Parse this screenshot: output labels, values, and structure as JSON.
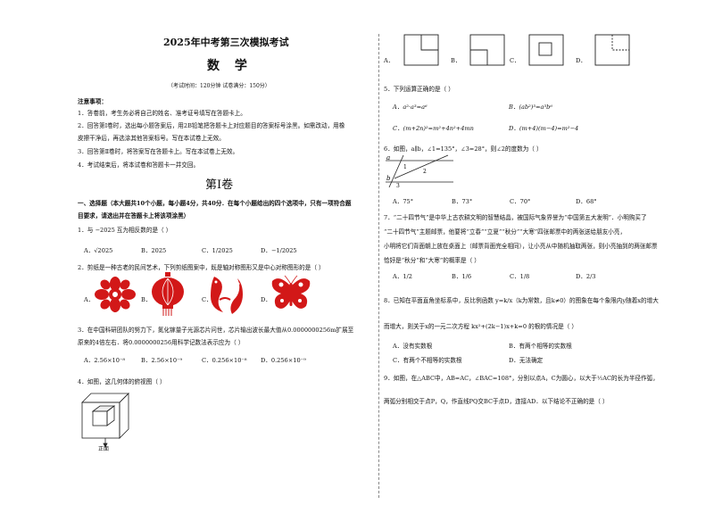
{
  "header": {
    "title": "2025年中考第三次模拟考试",
    "subject": "数  学",
    "exam_info": "（考试时间：120分钟   试卷满分：150分）"
  },
  "notes": {
    "heading": "注意事项：",
    "items": [
      "1．答卷前，考生务必将自己的姓名、准考证号填写在答题卡上。",
      "2．回答第Ⅰ卷时，选出每小题答案后，用2B铅笔把答题卡上对应题目的答案标号涂黑。如需改动，用橡",
      "皮擦干净后，再选涂其他答案标号。写在本试卷上无效。",
      "3．回答第Ⅱ卷时，将答案写在答题卡上。写在本试卷上无效。",
      "4．考试结束后，将本试卷和答题卡一并交回。"
    ]
  },
  "part1": {
    "title": "第Ⅰ卷",
    "instruction_1": "一、选择题（本大题共10个小题，每小题4分，共40分．在每个小题给出的四个选项中，只有一项符合题",
    "instruction_2": "目要求，请选出并在答题卡上将该项涂黑）"
  },
  "q1": {
    "stem": "1．与 −2025 互为相反数的是（     ）",
    "options": [
      "A．√2025",
      "B．2025",
      "C．1/2025",
      "D．−1/2025"
    ]
  },
  "q2": {
    "stem": "2．剪纸是一种古老的民间艺术，下列剪纸图案中，既是轴对称图形又是中心对称图形的是（     ）",
    "labels": [
      "A．",
      "B．",
      "C．",
      "D．"
    ]
  },
  "q3": {
    "stem_1": "3．在中国科研团队的努力下，氮化镓量子光源芯片问世，芯片输出波长最大值从0.0000000256m扩展至",
    "stem_2": "原来的4倍左右．将0.0000000256用科学记数法表示应为（     ）",
    "options": [
      "A．2.56×10⁻⁸",
      "B．2.56×10⁻⁹",
      "C．0.256×10⁻⁸",
      "D．0.256×10⁻⁹"
    ]
  },
  "q4": {
    "stem": "4．如图，这几何体的俯视图（     ）",
    "caption": "正面",
    "options": [
      "A．",
      "B．",
      "C．",
      "D．"
    ]
  },
  "q5": {
    "stem": "5．下列运算正确的是（     ）",
    "options": [
      "A．a²·a³=a⁶",
      "B．(ab²)³=a³b⁶",
      "C．(m+2n)²=m²+4n²+4mn",
      "D．(m+4)(m−4)=m²−4"
    ]
  },
  "q6": {
    "stem": "6．如图，a∥b，∠1=135°，∠3=28°，则∠2的度数为（     ）",
    "fig_labels": [
      "a",
      "b",
      "1",
      "2",
      "3"
    ],
    "options": [
      "A．75°",
      "B．73°",
      "C．70°",
      "D．68°"
    ]
  },
  "q7": {
    "lines": [
      "7．“二十四节气”是中华上古农耕文明的智慧结晶，被国际气象界誉为“中国第五大发明”．小明购买了",
      "“二十四节气”主题邮票，他要将“立春”“立夏”“秋分”“大寒”四张邮票中的两张送给朋友小亮，",
      "小明将它们背面朝上放在桌面上（邮票背面完全相同），让小亮从中随机抽取两张，则小亮抽到的两张邮票",
      "恰好是“秋分”和“大寒”的概率是（     ）"
    ],
    "options": [
      "A．1/2",
      "B．1/6",
      "C．1/8",
      "D．2/3"
    ]
  },
  "q8": {
    "line_1": "8．已知在平面直角坐标系中，反比例函数 y=k/x（k为常数，且k≠0）的图象在每个象限内y随着x的增大",
    "line_2": "而增大，则关于x的一元二次方程 kx²+(2k−1)x+k=0 的根的情况是（     ）",
    "options": [
      "A．没有实数根",
      "B．有两个相等的实数根",
      "C．有两个不相等的实数根",
      "D．无法确定"
    ]
  },
  "q9": {
    "line_1": "9．如图，在△ABC中，AB=AC，∠BAC=108°，分别以点A，C为圆心，以大于½AC的长为半径作弧，",
    "line_2": "两弧分别相交于点P，Q，作直线PQ交BC于点D，连接AD．以下结论不正确的是（     ）"
  }
}
